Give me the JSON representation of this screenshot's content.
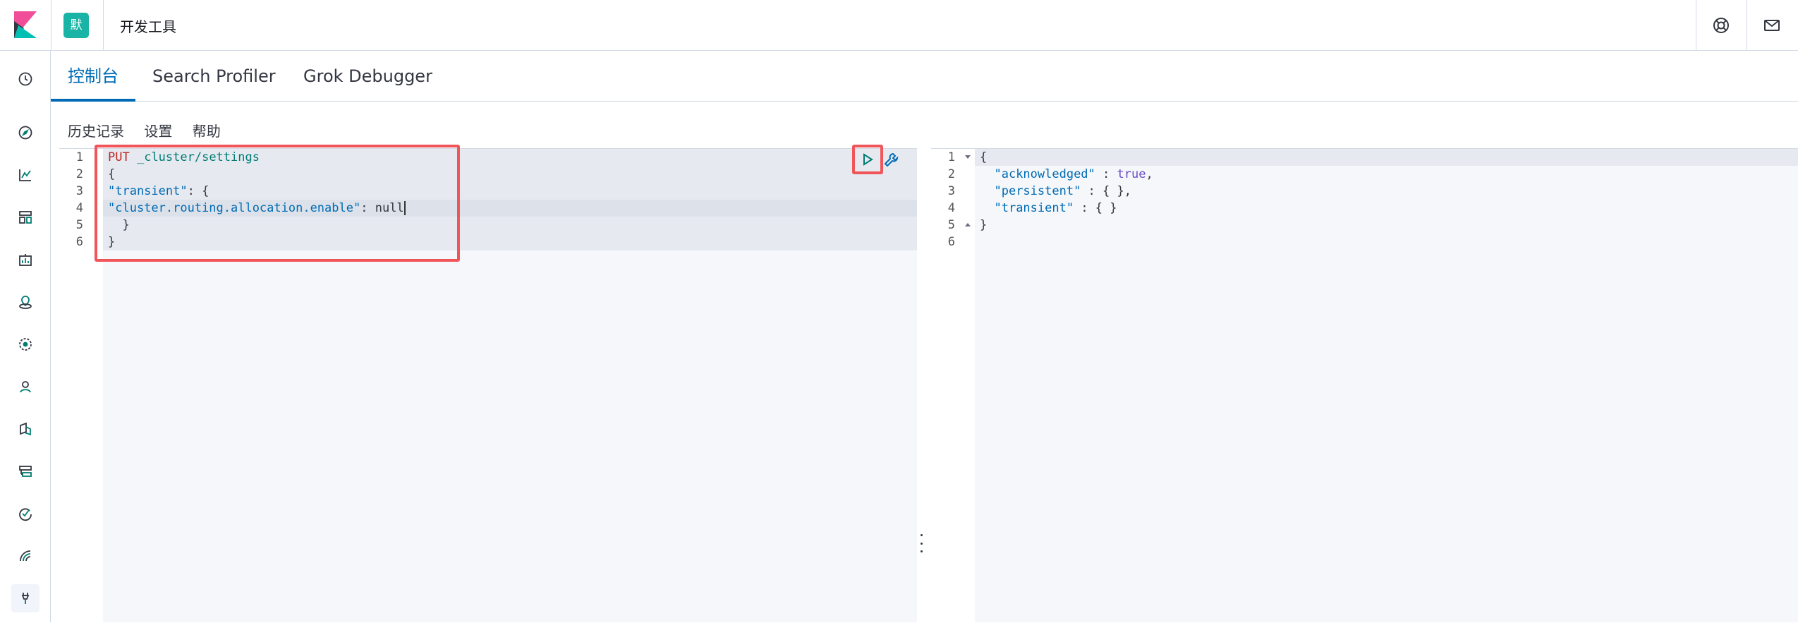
{
  "header": {
    "space_avatar": "默",
    "app_title": "开发工具"
  },
  "tabs": [
    {
      "label": "控制台",
      "active": true
    },
    {
      "label": "Search Profiler",
      "active": false
    },
    {
      "label": "Grok Debugger",
      "active": false
    }
  ],
  "menu": {
    "history": "历史记录",
    "settings": "设置",
    "help": "帮助"
  },
  "request_editor": {
    "line_numbers": [
      "1",
      "2",
      "3",
      "4",
      "5",
      "6"
    ],
    "active_line": 4,
    "line1": {
      "method": "PUT",
      "path": "_cluster/settings"
    },
    "line2": "{",
    "line3": {
      "key": "\"transient\"",
      "rest": ": {"
    },
    "line4": {
      "key": "\"cluster.routing.allocation.enable\"",
      "sep": ": ",
      "value": "null"
    },
    "line5": "  }",
    "line6": "}"
  },
  "response_editor": {
    "line_numbers": [
      "1",
      "2",
      "3",
      "4",
      "5",
      "6"
    ],
    "line1": "{",
    "line2": {
      "key": "\"acknowledged\"",
      "sep": " : ",
      "value": "true",
      "end": ","
    },
    "line3": {
      "key": "\"persistent\"",
      "rest": " : { },"
    },
    "line4": {
      "key": "\"transient\"",
      "rest": " : { }"
    },
    "line5": "}"
  },
  "colors": {
    "accent": "#006bb4",
    "highlight_box": "#f0555a",
    "space_avatar_bg": "#19b4a5"
  },
  "icons": {
    "nav": [
      "clock-icon",
      "compass-icon",
      "visualize-icon",
      "dashboard-icon",
      "canvas-icon",
      "maps-icon",
      "ml-icon",
      "graph-icon",
      "logs-icon",
      "infra-icon",
      "uptime-icon",
      "apm-icon",
      "devtools-icon"
    ],
    "header_right": [
      "help-icon",
      "mail-icon"
    ],
    "editor": [
      "play-icon",
      "wrench-icon"
    ]
  }
}
